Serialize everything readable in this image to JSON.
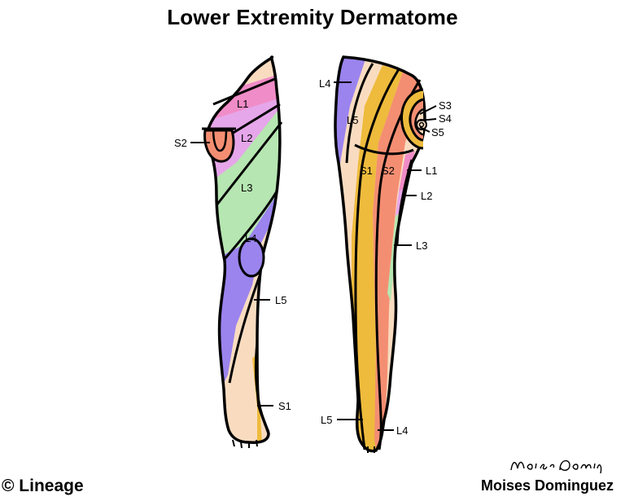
{
  "title": "Lower Extremity Dermatome",
  "front_labels": {
    "s2": "S2",
    "l1": "L1",
    "l2": "L2",
    "l3": "L3",
    "l4": "L4",
    "l5": "L5",
    "s1": "S1"
  },
  "back_labels": {
    "l4_top": "L4",
    "l5": "L5",
    "s3": "S3",
    "s4": "S4",
    "s5": "S5",
    "s1": "S1",
    "s2": "S2",
    "l1": "L1",
    "l2": "L2",
    "l3": "L3",
    "l5_foot": "L5",
    "l4_foot": "L4"
  },
  "copyright": "© Lineage",
  "author": "Moises Dominguez",
  "colors": {
    "skin": "#f9dcc0",
    "l1": "#f08cc7",
    "l2": "#e6a6ea",
    "l3": "#b6e6b1",
    "l4": "#9b84ee",
    "l5_front": "#f9dcc0",
    "s1": "#eebb3c",
    "s2": "#f48e72",
    "sacral": "#f9dcc0"
  }
}
